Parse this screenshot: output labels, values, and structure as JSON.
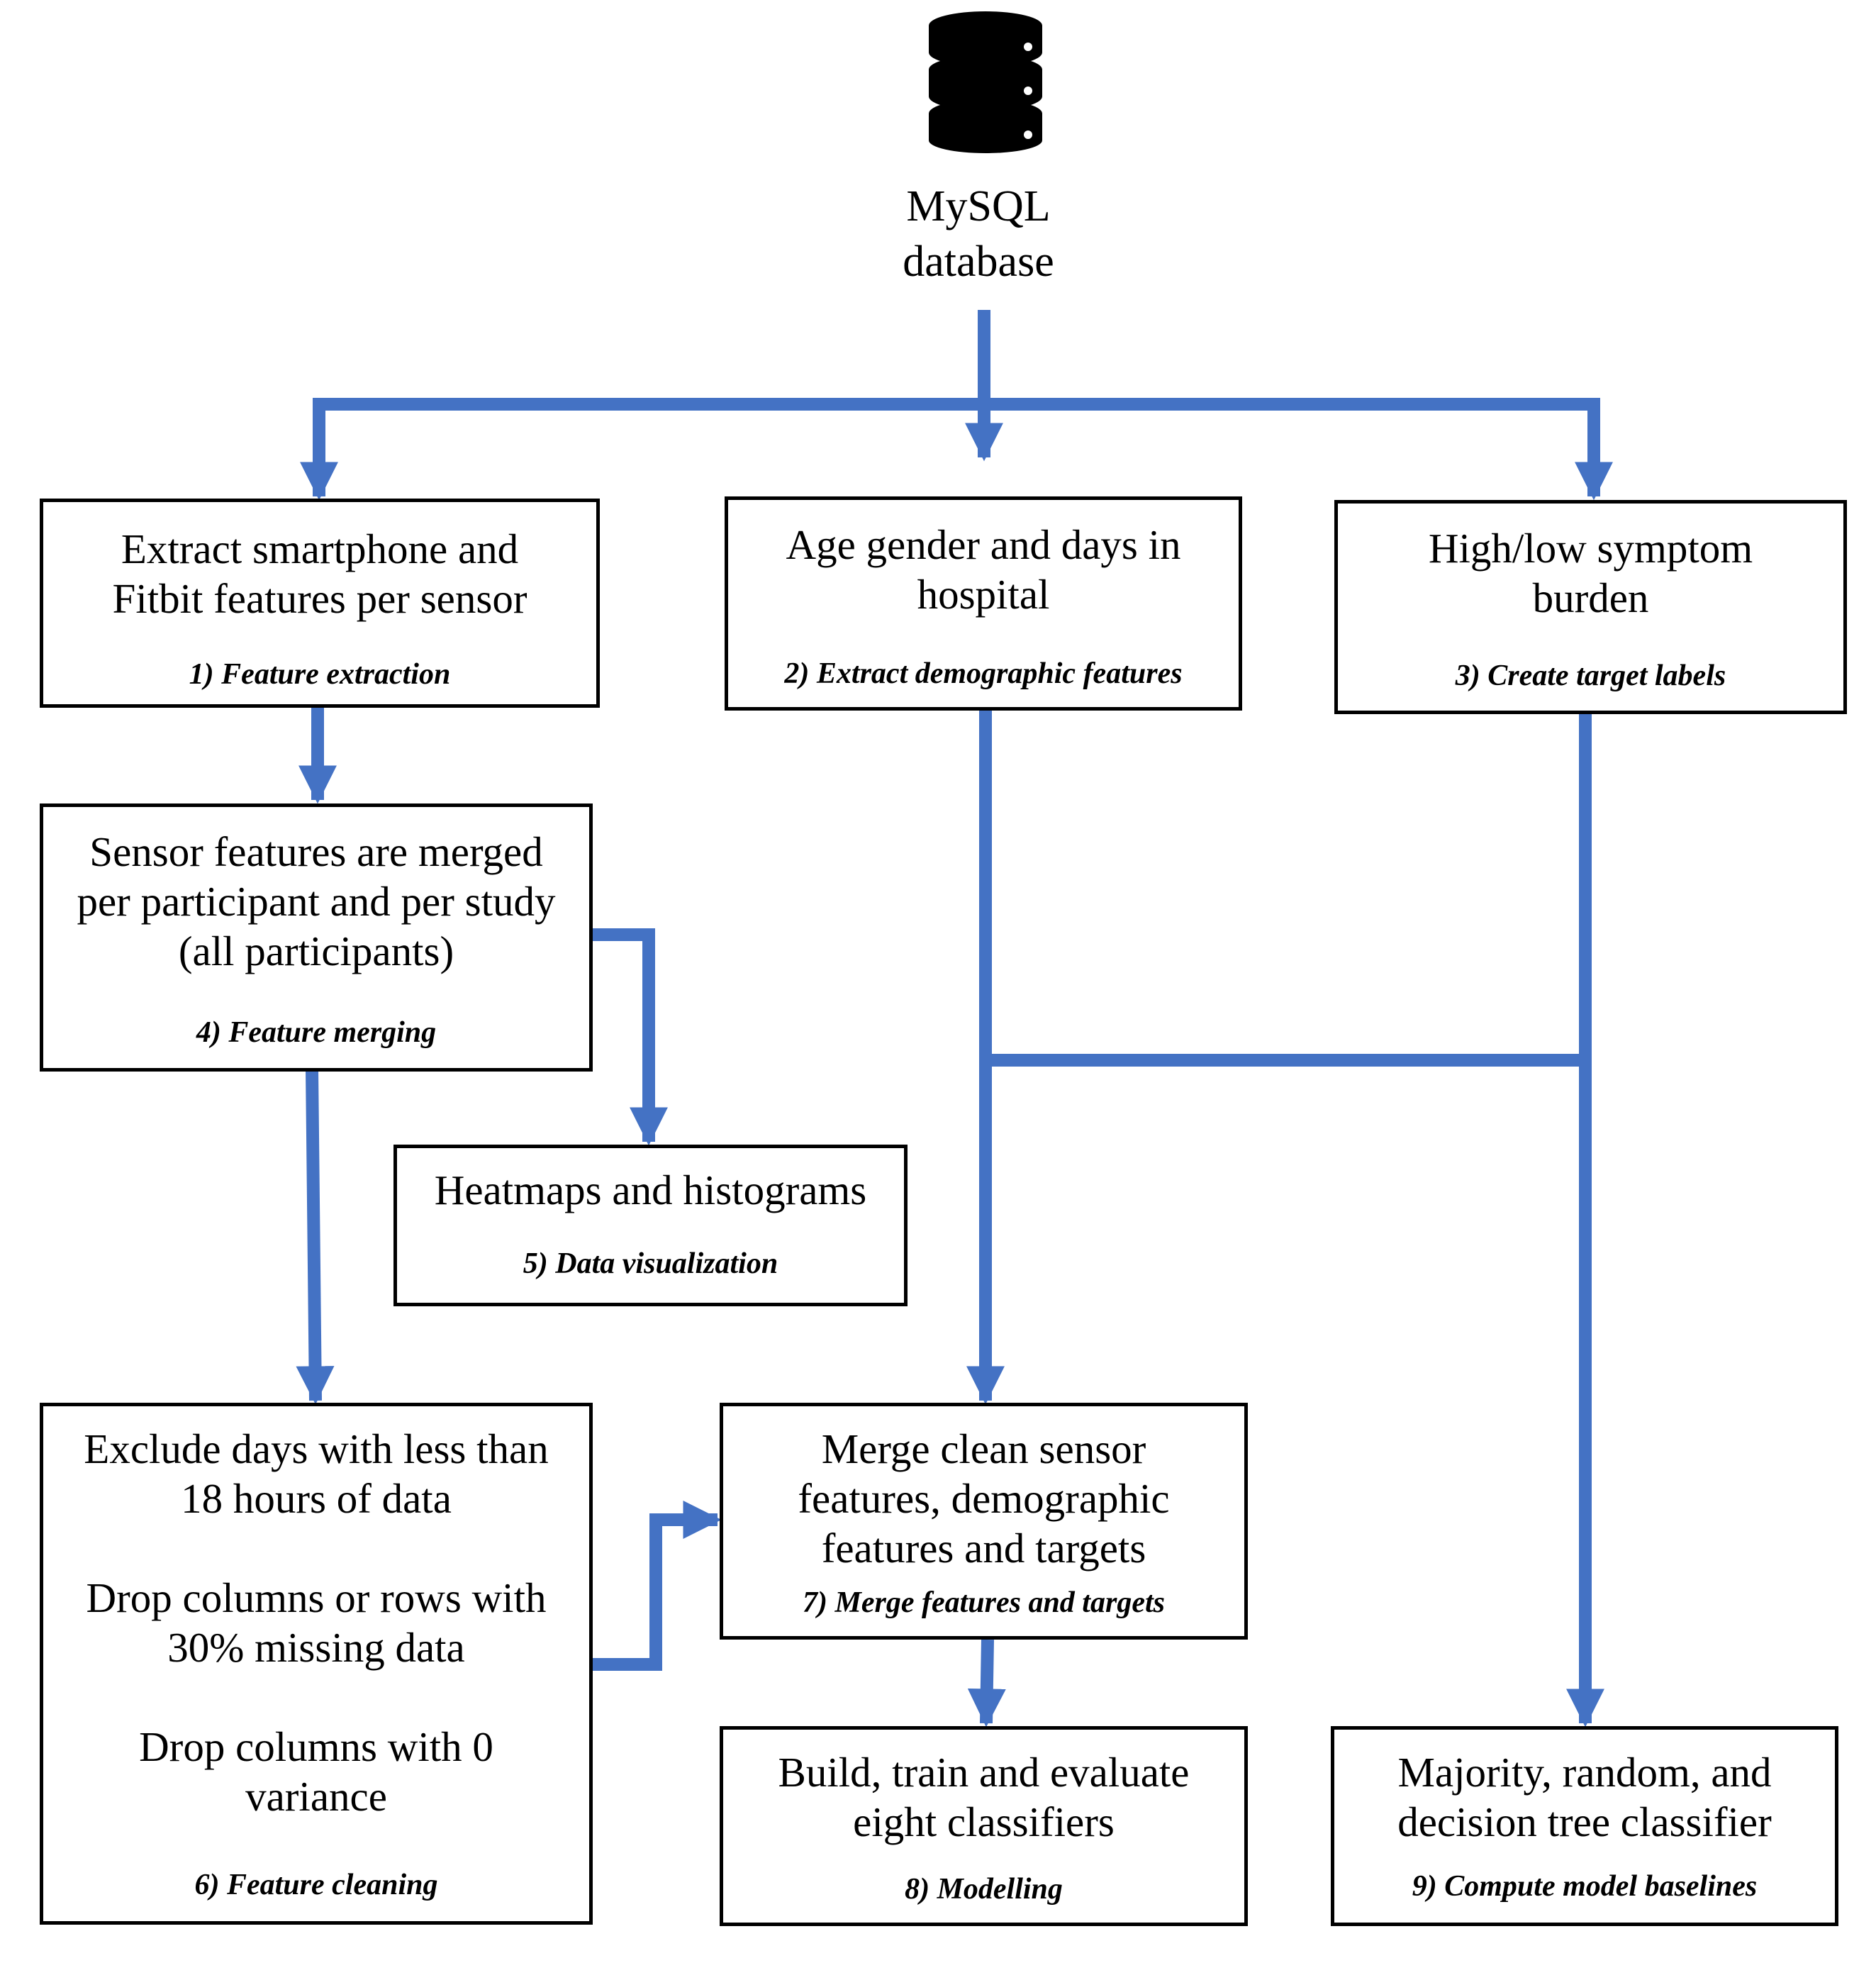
{
  "database": {
    "icon": "database-icon",
    "label": "MySQL\ndatabase"
  },
  "colors": {
    "connector": "#4472C4",
    "border": "#000000",
    "background": "#FFFFFF"
  },
  "steps": [
    {
      "id": "s1",
      "text": "Extract smartphone and\nFitbit features per sensor",
      "label": "1) Feature extraction"
    },
    {
      "id": "s2",
      "text": "Age gender and days in\nhospital",
      "label": "2) Extract demographic features"
    },
    {
      "id": "s3",
      "text": "High/low symptom\nburden",
      "label": "3) Create target labels"
    },
    {
      "id": "s4",
      "text": "Sensor features are merged\nper participant and per study\n(all participants)",
      "label": "4) Feature merging"
    },
    {
      "id": "s5",
      "text": "Heatmaps and histograms",
      "label": "5) Data visualization"
    },
    {
      "id": "s6",
      "text": "Exclude days with less than\n18 hours of data\n\nDrop columns or rows with\n30% missing data\n\nDrop columns with 0\nvariance",
      "label": "6) Feature cleaning"
    },
    {
      "id": "s7",
      "text": "Merge clean sensor\nfeatures, demographic\nfeatures and targets",
      "label": "7) Merge features and targets"
    },
    {
      "id": "s8",
      "text": "Build, train and evaluate\neight classifiers",
      "label": "8) Modelling"
    },
    {
      "id": "s9",
      "text": "Majority, random, and\ndecision tree classifier",
      "label": "9) Compute model baselines"
    }
  ],
  "edges": [
    {
      "from": "database",
      "to": "s1"
    },
    {
      "from": "database",
      "to": "s2"
    },
    {
      "from": "database",
      "to": "s3"
    },
    {
      "from": "s1",
      "to": "s4"
    },
    {
      "from": "s4",
      "to": "s5"
    },
    {
      "from": "s4",
      "to": "s6"
    },
    {
      "from": "s6",
      "to": "s7"
    },
    {
      "from": "s2",
      "to": "s7"
    },
    {
      "from": "s3",
      "to": "s7"
    },
    {
      "from": "s2",
      "to": "s9"
    },
    {
      "from": "s3",
      "to": "s9"
    },
    {
      "from": "s7",
      "to": "s8"
    }
  ]
}
